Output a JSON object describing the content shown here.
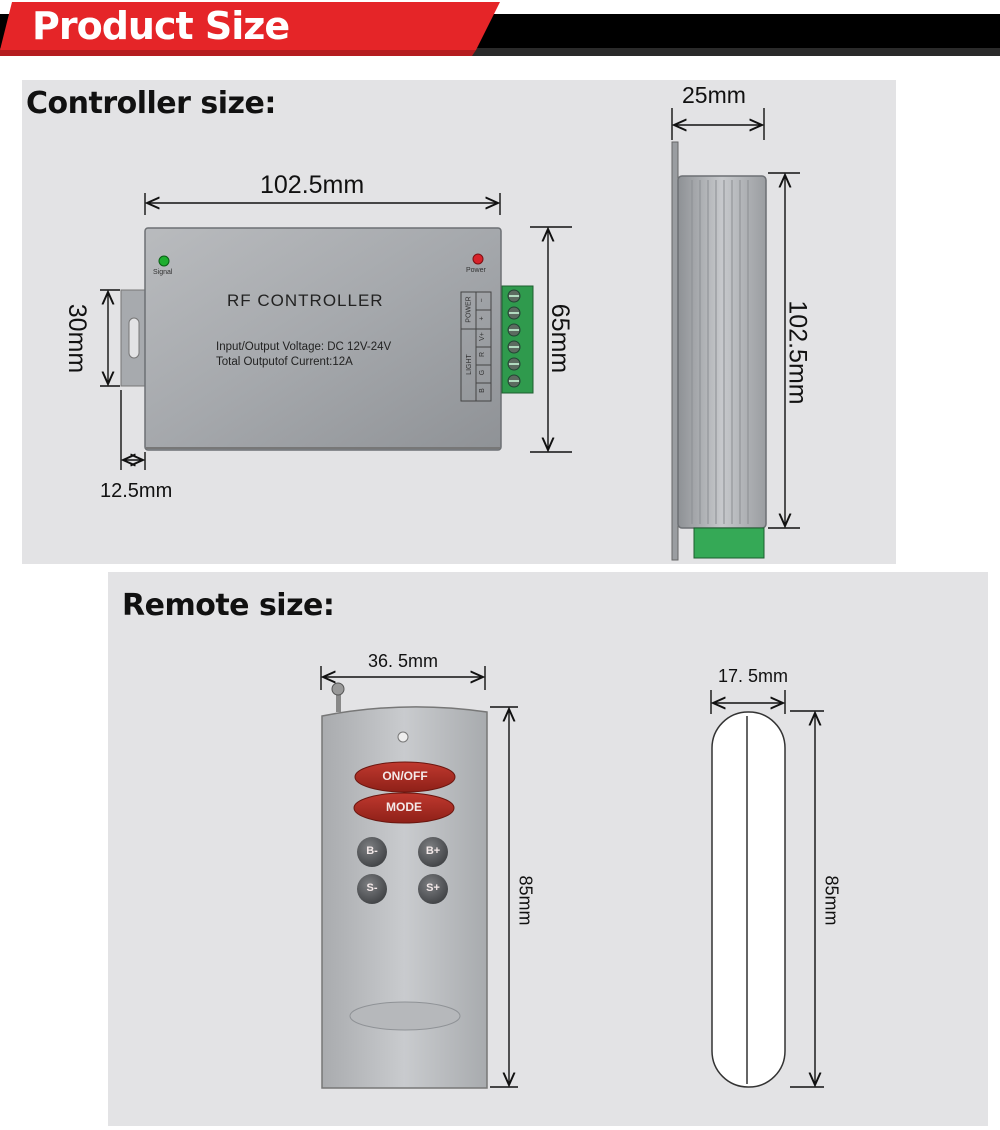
{
  "header": {
    "title": "Product Size",
    "accent_color": "#e52528",
    "bar_color": "#000000"
  },
  "controller": {
    "section_title": "Controller size:",
    "length": "102.5mm",
    "height": "65mm",
    "bracket_height": "30mm",
    "bracket_width": "12.5mm",
    "depth": "25mm",
    "side_length": "102.5mm",
    "device": {
      "label": "RF CONTROLLER",
      "spec_voltage": "Input/Output Voltage: DC 12V-24V",
      "spec_current": "Total Outputof Current:12A",
      "signal_led": "Signal",
      "power_led": "Power",
      "terminal_power": "POWER",
      "terminal_light": "LIGHT",
      "pins": [
        "−",
        "+",
        "V+",
        "R",
        "G",
        "B"
      ]
    }
  },
  "remote": {
    "section_title": "Remote size:",
    "width": "36. 5mm",
    "thickness": "17. 5mm",
    "length": "85mm",
    "side_length": "85mm",
    "buttons": {
      "on_off": "ON/OFF",
      "mode": "MODE",
      "b_minus": "B-",
      "b_plus": "B+",
      "s_minus": "S-",
      "s_plus": "S+"
    }
  }
}
